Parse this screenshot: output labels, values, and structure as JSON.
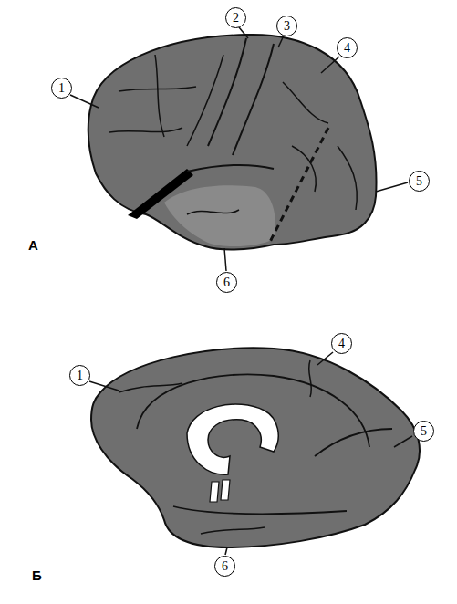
{
  "diagram": {
    "labels": [
      "1",
      "2",
      "3",
      "4",
      "5",
      "А",
      "6",
      "1",
      "4",
      "5",
      "Б",
      "6"
    ]
  }
}
